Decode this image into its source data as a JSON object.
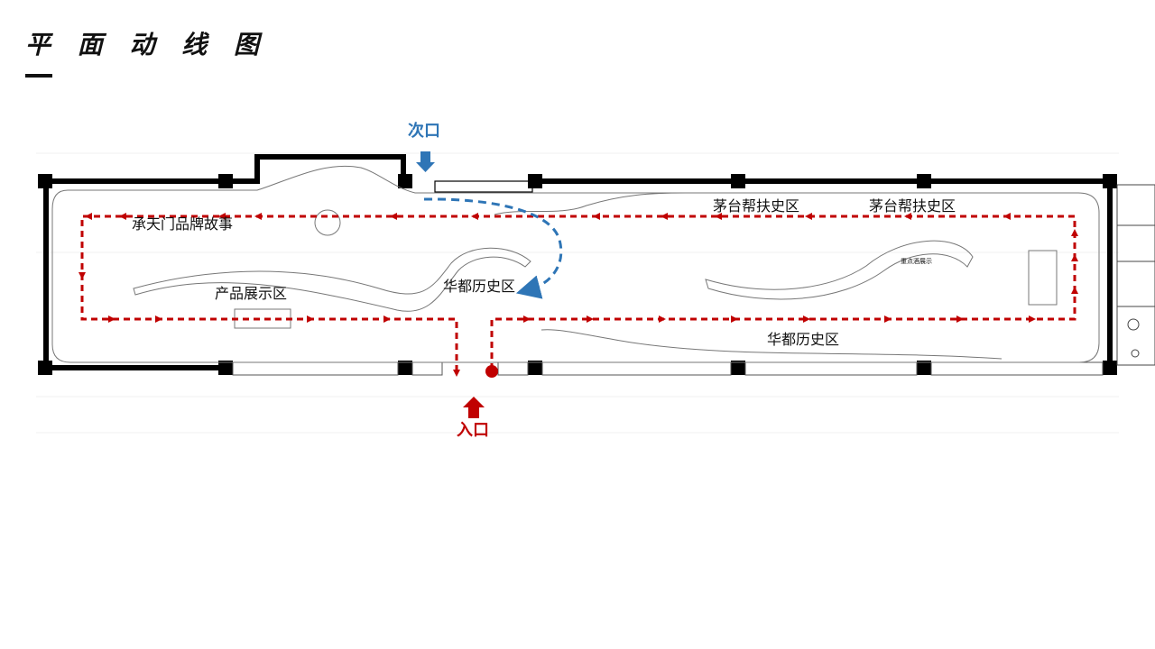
{
  "title": "平 面 动 线 图",
  "entrances": {
    "main": {
      "label": "入口",
      "color": "#c00000"
    },
    "secondary": {
      "label": "次口",
      "color": "#2e75b6"
    }
  },
  "zones": {
    "chengtianmen": "承天门品牌故事",
    "product": "产品展示区",
    "huadu_center": "华都历史区",
    "huadu_bottom": "华都历史区",
    "maotai_1": "茅台帮扶史区",
    "maotai_2": "茅台帮扶史区",
    "key_wine": "重点酒展示"
  },
  "colors": {
    "main_route": "#c00000",
    "secondary_route": "#2e75b6",
    "wall": "#000000"
  }
}
